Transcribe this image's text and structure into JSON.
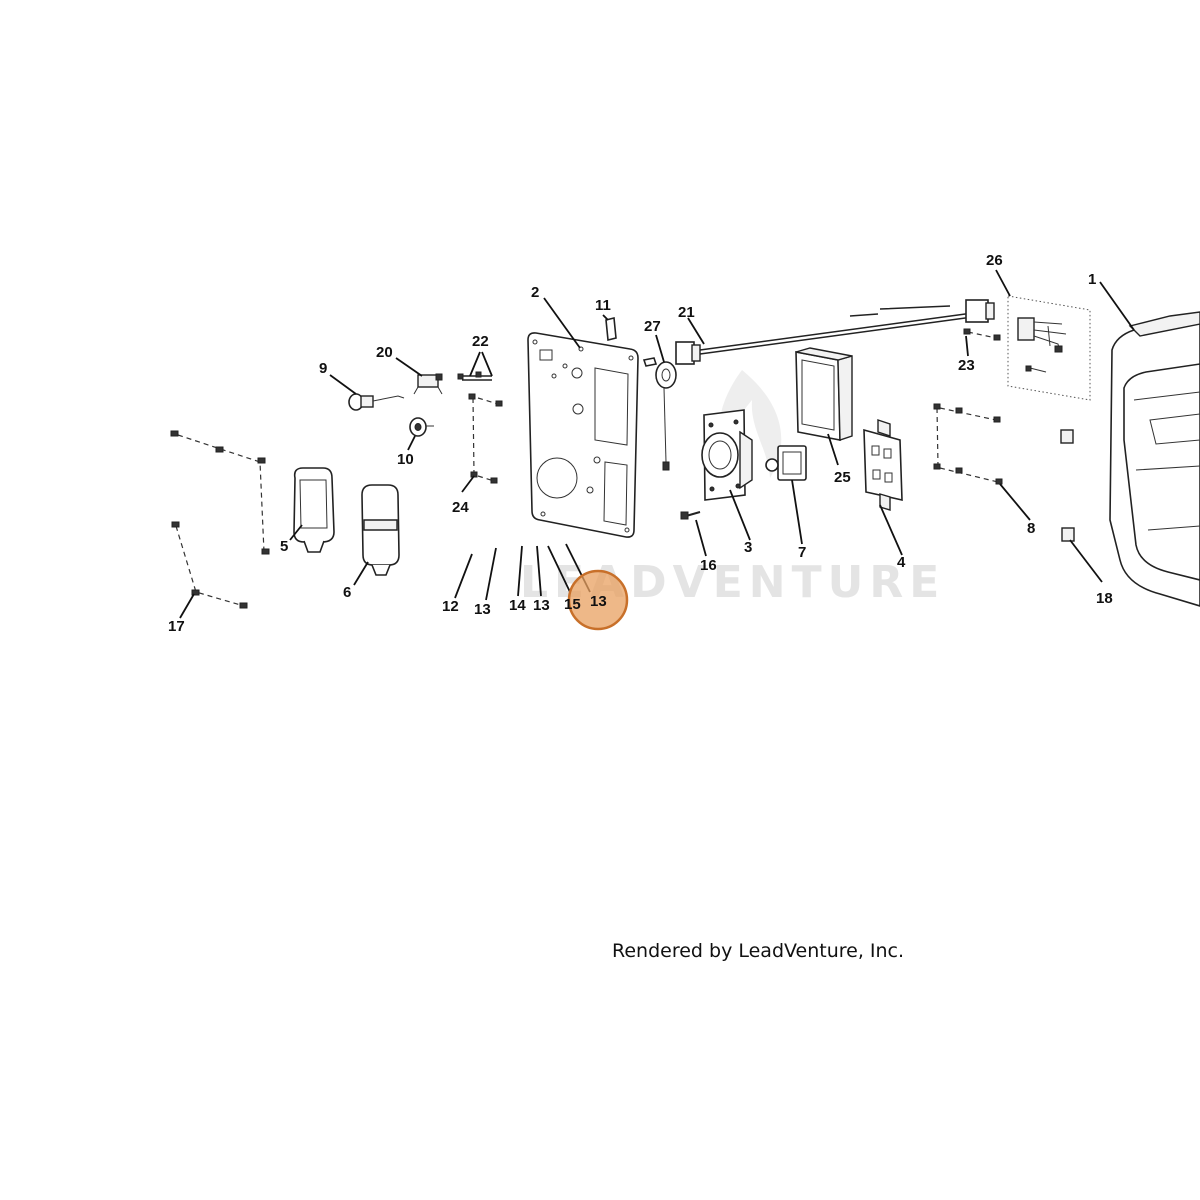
{
  "diagram": {
    "callouts": [
      {
        "id": "c1",
        "label": "1"
      },
      {
        "id": "c2",
        "label": "2"
      },
      {
        "id": "c3",
        "label": "3"
      },
      {
        "id": "c4",
        "label": "4"
      },
      {
        "id": "c5",
        "label": "5"
      },
      {
        "id": "c6",
        "label": "6"
      },
      {
        "id": "c7",
        "label": "7"
      },
      {
        "id": "c8",
        "label": "8"
      },
      {
        "id": "c9",
        "label": "9"
      },
      {
        "id": "c10",
        "label": "10"
      },
      {
        "id": "c11",
        "label": "11"
      },
      {
        "id": "c12",
        "label": "12"
      },
      {
        "id": "c13a",
        "label": "13"
      },
      {
        "id": "c14",
        "label": "14"
      },
      {
        "id": "c13b",
        "label": "13"
      },
      {
        "id": "c15",
        "label": "15"
      },
      {
        "id": "c13c",
        "label": "13"
      },
      {
        "id": "c16",
        "label": "16"
      },
      {
        "id": "c17",
        "label": "17"
      },
      {
        "id": "c18",
        "label": "18"
      },
      {
        "id": "c20",
        "label": "20"
      },
      {
        "id": "c21",
        "label": "21"
      },
      {
        "id": "c22",
        "label": "22"
      },
      {
        "id": "c23",
        "label": "23"
      },
      {
        "id": "c24",
        "label": "24"
      },
      {
        "id": "c25",
        "label": "25"
      },
      {
        "id": "c26",
        "label": "26"
      },
      {
        "id": "c27",
        "label": "27"
      }
    ],
    "selected_callout": "c13c",
    "highlight_color": "#e8a060",
    "watermark": "LEADVENTURE",
    "footer": "Rendered by LeadVenture, Inc."
  }
}
